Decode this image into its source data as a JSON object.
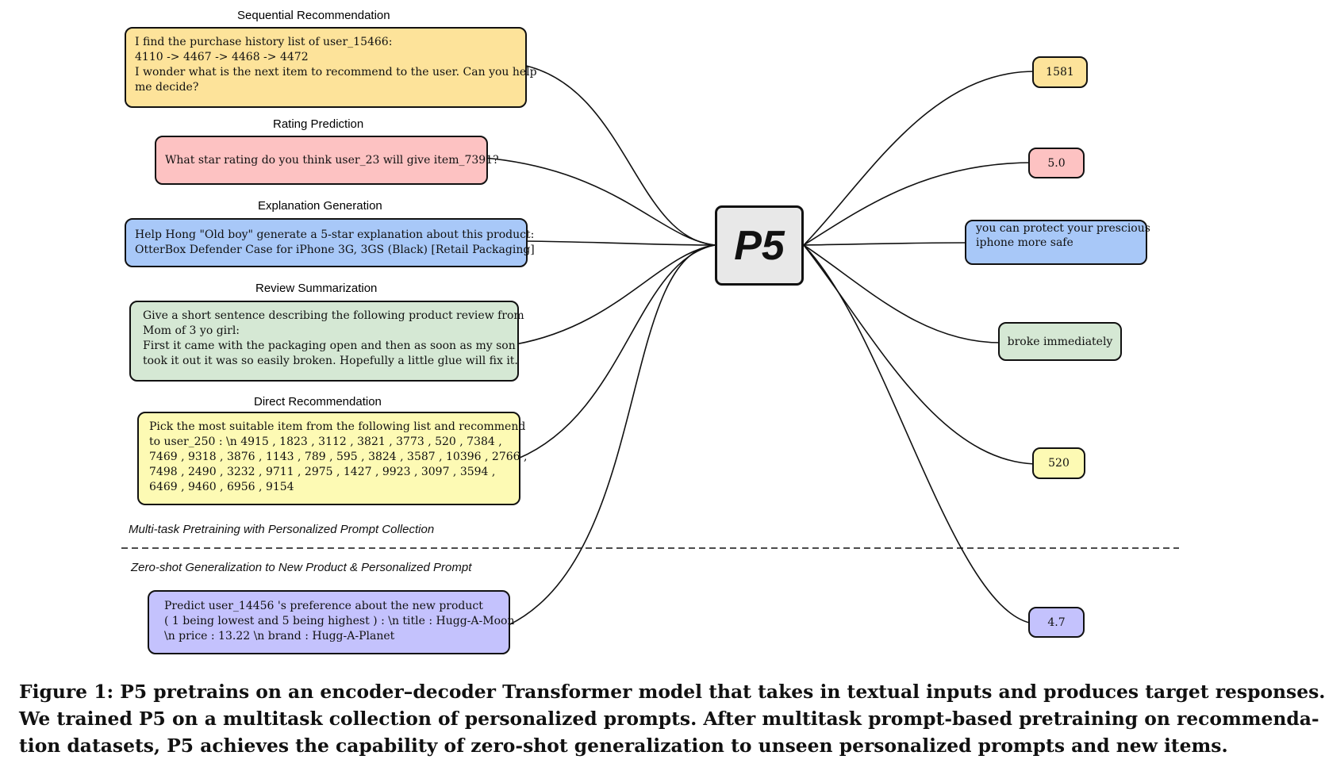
{
  "center": {
    "label": "P5"
  },
  "tasks": [
    {
      "title": "Sequential Recommendation",
      "color": "#fde39a",
      "lines": [
        "I find the purchase history list of user_15466:",
        "4110 -> 4467 -> 4468 -> 4472",
        "I wonder what is the next item to recommend to the user.  Can you help",
        "me decide?"
      ]
    },
    {
      "title": "Rating Prediction",
      "color": "#fdc2c2",
      "lines": [
        "What star rating do you think user_23 will give item_7391?"
      ]
    },
    {
      "title": "Explanation Generation",
      "color": "#a8c8f8",
      "lines": [
        "Help Hong \"Old boy\" generate a 5-star explanation about this product:",
        "OtterBox Defender Case for iPhone 3G, 3GS (Black) [Retail Packaging]"
      ]
    },
    {
      "title": "Review Summarization",
      "color": "#d5e8d4",
      "lines": [
        "Give a short sentence describing the following product review from",
        "Mom of 3 yo girl:",
        "First it came with the packaging open and then as soon as my son",
        "took it out it was so easily broken. Hopefully a little glue will fix it."
      ]
    },
    {
      "title": "Direct Recommendation",
      "color": "#fdfab4",
      "lines": [
        "Pick the most suitable item from the following list and recommend",
        "to user_250 : \\n 4915 , 1823 , 3112 , 3821 , 3773 , 520 , 7384 ,",
        "7469 , 9318 , 3876 , 1143 , 789 , 595 , 3824 , 3587 , 10396 , 2766 ,",
        "7498 , 2490 , 3232 , 9711 , 2975 , 1427 , 9923 , 3097 , 3594 ,",
        "6469 , 9460 , 6956 , 9154"
      ]
    }
  ],
  "sections": {
    "pretraining": "Multi-task Pretraining with Personalized Prompt Collection",
    "zeroshot": "Zero-shot Generalization to New Product & Personalized Prompt"
  },
  "zeroshot_prompt": {
    "color": "#c4c2fd",
    "lines": [
      "Predict user_14456 's preference about the new product",
      "( 1 being lowest and 5 being highest ) : \\n title : Hugg-A-Moon",
      "\\n price : 13.22 \\n brand : Hugg-A-Planet"
    ]
  },
  "outputs": [
    {
      "lines": [
        "1581"
      ],
      "color": "#fde39a"
    },
    {
      "lines": [
        "5.0"
      ],
      "color": "#fdc2c2"
    },
    {
      "lines": [
        "you can protect your prescious",
        "iphone more safe"
      ],
      "color": "#a8c8f8"
    },
    {
      "lines": [
        "broke immediately"
      ],
      "color": "#d5e8d4"
    },
    {
      "lines": [
        "520"
      ],
      "color": "#fdfab4"
    },
    {
      "lines": [
        "4.7"
      ],
      "color": "#c4c2fd"
    }
  ],
  "caption": {
    "lines": [
      "Figure 1: P5 pretrains on an encoder–decoder Transformer model that takes in textual inputs and produces target responses.",
      "We trained P5 on a multitask collection of personalized prompts. After multitask prompt-based pretraining on recommenda-",
      "tion datasets, P5 achieves the capability of zero-shot generalization to unseen personalized prompts and new items."
    ]
  }
}
